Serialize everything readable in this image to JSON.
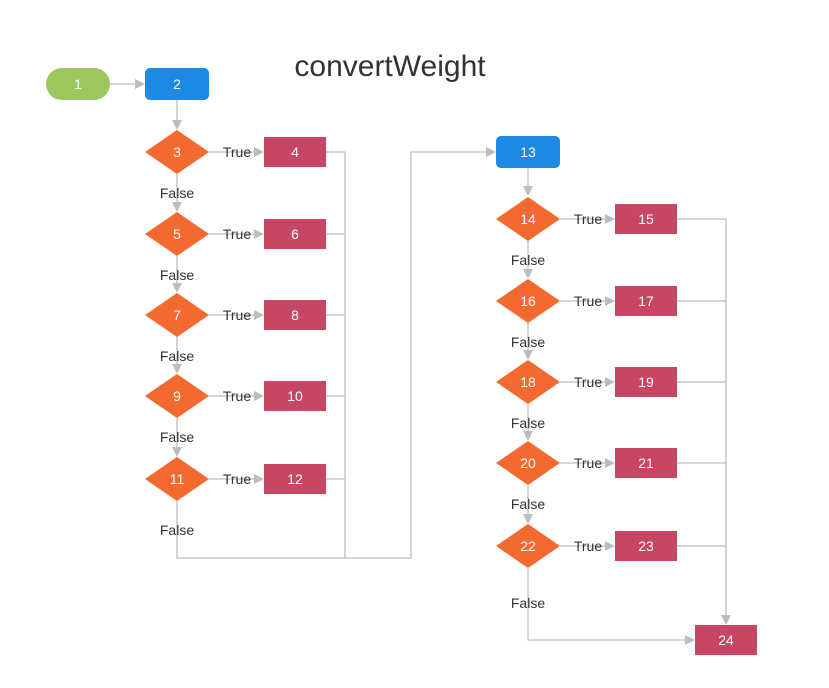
{
  "title": "convertWeight",
  "colors": {
    "start": "#9dc65f",
    "block": "#1e88e5",
    "decision": "#f26a30",
    "action": "#c74664",
    "edge": "#bdbdbd",
    "edge_label": "#333333"
  },
  "nodes": [
    {
      "id": "1",
      "label": "1",
      "shape": "start"
    },
    {
      "id": "2",
      "label": "2",
      "shape": "block"
    },
    {
      "id": "3",
      "label": "3",
      "shape": "decision"
    },
    {
      "id": "4",
      "label": "4",
      "shape": "action"
    },
    {
      "id": "5",
      "label": "5",
      "shape": "decision"
    },
    {
      "id": "6",
      "label": "6",
      "shape": "action"
    },
    {
      "id": "7",
      "label": "7",
      "shape": "decision"
    },
    {
      "id": "8",
      "label": "8",
      "shape": "action"
    },
    {
      "id": "9",
      "label": "9",
      "shape": "decision"
    },
    {
      "id": "10",
      "label": "10",
      "shape": "action"
    },
    {
      "id": "11",
      "label": "11",
      "shape": "decision"
    },
    {
      "id": "12",
      "label": "12",
      "shape": "action"
    },
    {
      "id": "13",
      "label": "13",
      "shape": "block"
    },
    {
      "id": "14",
      "label": "14",
      "shape": "decision"
    },
    {
      "id": "15",
      "label": "15",
      "shape": "action"
    },
    {
      "id": "16",
      "label": "16",
      "shape": "decision"
    },
    {
      "id": "17",
      "label": "17",
      "shape": "action"
    },
    {
      "id": "18",
      "label": "18",
      "shape": "decision"
    },
    {
      "id": "19",
      "label": "19",
      "shape": "action"
    },
    {
      "id": "20",
      "label": "20",
      "shape": "decision"
    },
    {
      "id": "21",
      "label": "21",
      "shape": "action"
    },
    {
      "id": "22",
      "label": "22",
      "shape": "decision"
    },
    {
      "id": "23",
      "label": "23",
      "shape": "action"
    },
    {
      "id": "24",
      "label": "24",
      "shape": "action"
    }
  ],
  "edges": [
    {
      "from": "1",
      "to": "2",
      "label": ""
    },
    {
      "from": "2",
      "to": "3",
      "label": ""
    },
    {
      "from": "3",
      "to": "4",
      "label": "True"
    },
    {
      "from": "3",
      "to": "5",
      "label": "False"
    },
    {
      "from": "5",
      "to": "6",
      "label": "True"
    },
    {
      "from": "5",
      "to": "7",
      "label": "False"
    },
    {
      "from": "7",
      "to": "8",
      "label": "True"
    },
    {
      "from": "7",
      "to": "9",
      "label": "False"
    },
    {
      "from": "9",
      "to": "10",
      "label": "True"
    },
    {
      "from": "9",
      "to": "11",
      "label": "False"
    },
    {
      "from": "11",
      "to": "12",
      "label": "True"
    },
    {
      "from": "11",
      "to": "13",
      "label": "False"
    },
    {
      "from": "4",
      "to": "13",
      "label": ""
    },
    {
      "from": "6",
      "to": "13",
      "label": ""
    },
    {
      "from": "8",
      "to": "13",
      "label": ""
    },
    {
      "from": "10",
      "to": "13",
      "label": ""
    },
    {
      "from": "12",
      "to": "13",
      "label": ""
    },
    {
      "from": "13",
      "to": "14",
      "label": ""
    },
    {
      "from": "14",
      "to": "15",
      "label": "True"
    },
    {
      "from": "14",
      "to": "16",
      "label": "False"
    },
    {
      "from": "16",
      "to": "17",
      "label": "True"
    },
    {
      "from": "16",
      "to": "18",
      "label": "False"
    },
    {
      "from": "18",
      "to": "19",
      "label": "True"
    },
    {
      "from": "18",
      "to": "20",
      "label": "False"
    },
    {
      "from": "20",
      "to": "21",
      "label": "True"
    },
    {
      "from": "20",
      "to": "22",
      "label": "False"
    },
    {
      "from": "22",
      "to": "23",
      "label": "True"
    },
    {
      "from": "22",
      "to": "24",
      "label": "False"
    },
    {
      "from": "15",
      "to": "24",
      "label": ""
    },
    {
      "from": "17",
      "to": "24",
      "label": ""
    },
    {
      "from": "19",
      "to": "24",
      "label": ""
    },
    {
      "from": "21",
      "to": "24",
      "label": ""
    },
    {
      "from": "23",
      "to": "24",
      "label": ""
    }
  ]
}
